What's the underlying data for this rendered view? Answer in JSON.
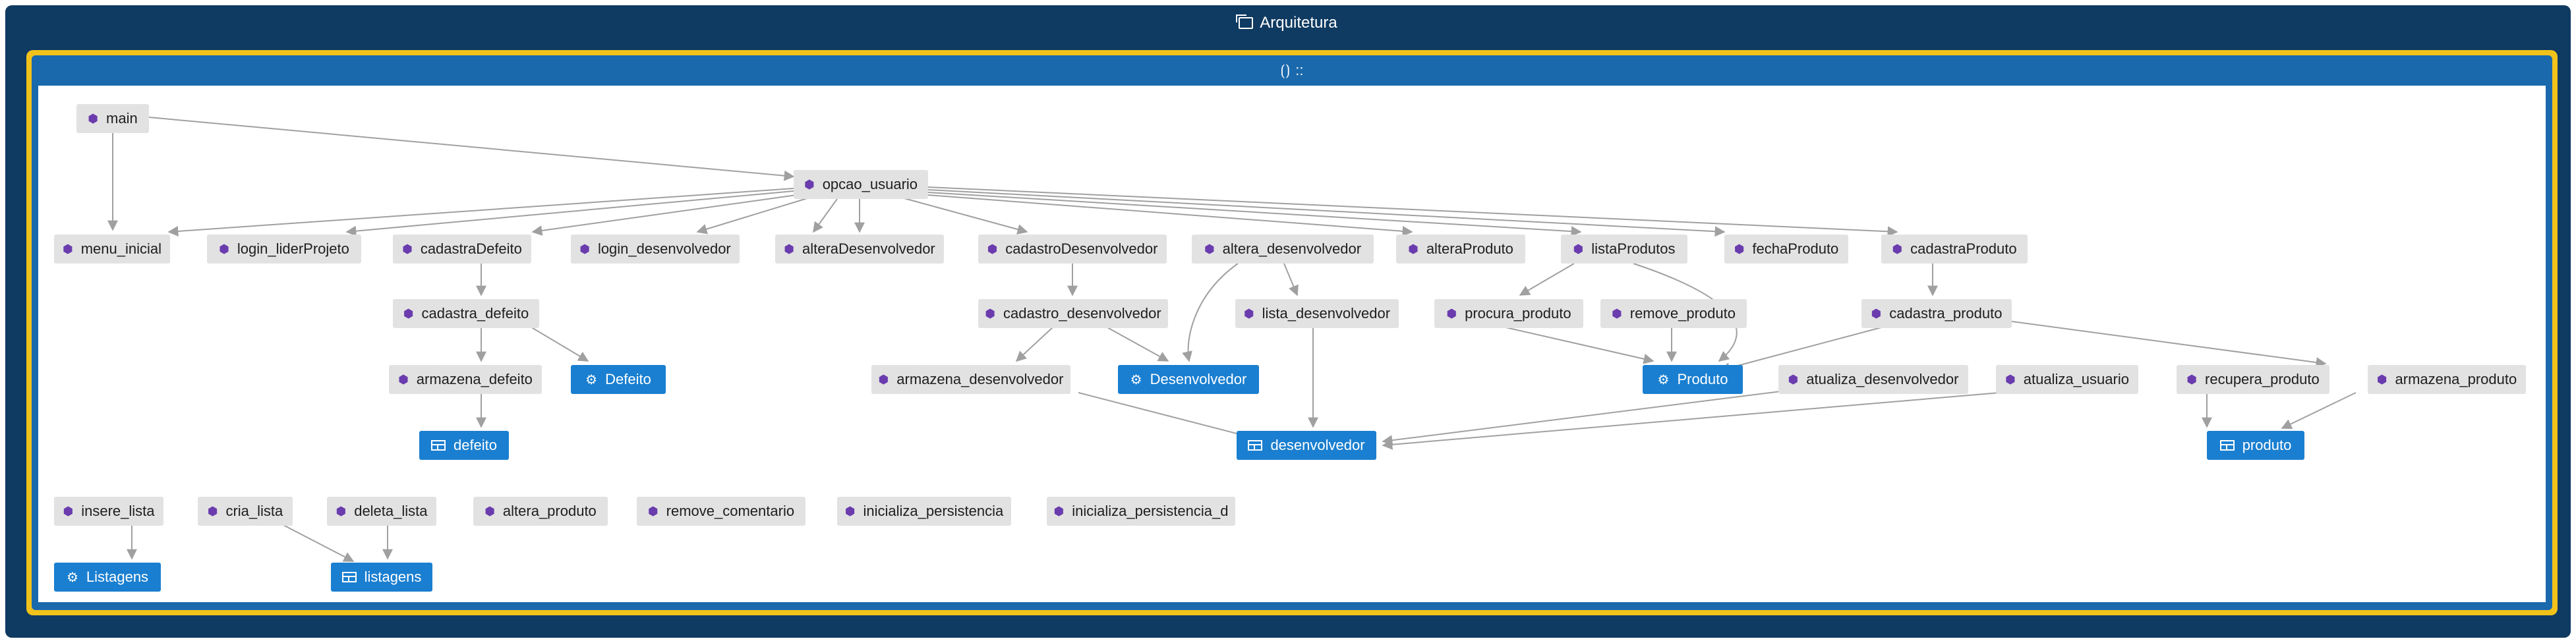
{
  "window": {
    "title": "Arquitetura",
    "icon": "window-icon"
  },
  "namespace": {
    "title": "::",
    "icon": "namespace-icon"
  },
  "colors": {
    "frame": "#0f3a61",
    "namespace": "#1b69ad",
    "highlight": "#f2c21a",
    "node": "#e2e2e2",
    "node_blue": "#1a7fd0",
    "edge": "#a0a0a0"
  },
  "nodes": {
    "main": "main",
    "opcao_usuario": "opcao_usuario",
    "menu_inicial": "menu_inicial",
    "login_liderProjeto": "login_liderProjeto",
    "cadastraDefeito": "cadastraDefeito",
    "login_desenvolvedor": "login_desenvolvedor",
    "alteraDesenvolvedor": "alteraDesenvolvedor",
    "cadastroDesenvolvedor": "cadastroDesenvolvedor",
    "altera_desenvolvedor": "altera_desenvolvedor",
    "alteraProduto": "alteraProduto",
    "listaProdutos": "listaProdutos",
    "fechaProduto": "fechaProduto",
    "cadastraProduto": "cadastraProduto",
    "cadastra_defeito": "cadastra_defeito",
    "armazena_defeito": "armazena_defeito",
    "Defeito": "Defeito",
    "defeito": "defeito",
    "cadastro_desenvolvedor": "cadastro_desenvolvedor",
    "lista_desenvolvedor": "lista_desenvolvedor",
    "armazena_desenvolvedor": "armazena_desenvolvedor",
    "Desenvolvedor": "Desenvolvedor",
    "desenvolvedor": "desenvolvedor",
    "procura_produto": "procura_produto",
    "remove_produto": "remove_produto",
    "Produto": "Produto",
    "atualiza_desenvolvedor": "atualiza_desenvolvedor",
    "atualiza_usuario": "atualiza_usuario",
    "cadastra_produto": "cadastra_produto",
    "recupera_produto": "recupera_produto",
    "armazena_produto": "armazena_produto",
    "produto": "produto",
    "insere_lista": "insere_lista",
    "cria_lista": "cria_lista",
    "deleta_lista": "deleta_lista",
    "altera_produto": "altera_produto",
    "remove_comentario": "remove_comentario",
    "inicializa_persistencia": "inicializa_persistencia",
    "inicializa_persistencia_d": "inicializa_persistencia_d",
    "Listagens": "Listagens",
    "listagens": "listagens"
  }
}
